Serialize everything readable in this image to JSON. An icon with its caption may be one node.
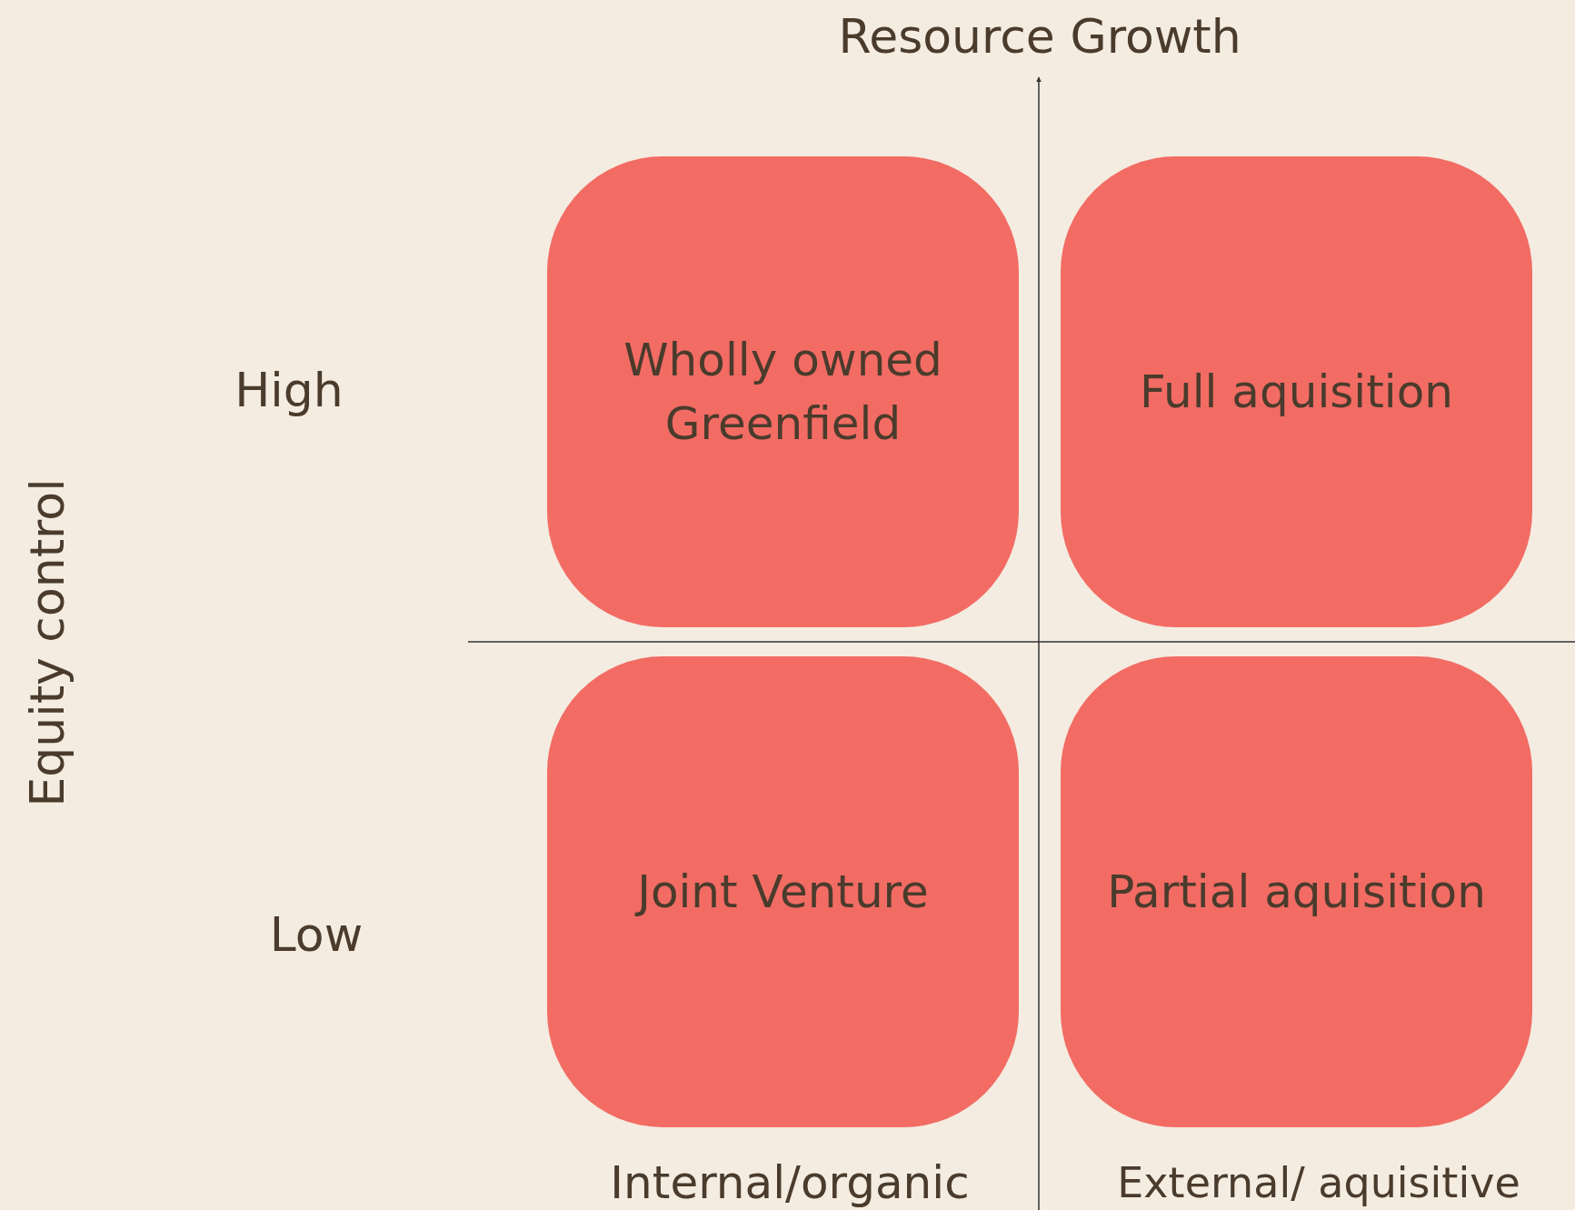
{
  "diagram": {
    "title": "Resource Growth",
    "nodes": [
      {
        "text": [
          "Wholly owned Greenfield"
        ]
      },
      {
        "text": [
          "Full aquisition"
        ]
      },
      {
        "text": [
          "Joint Venture"
        ]
      },
      {
        "text": [
          "Partial aquisition"
        ]
      }
    ],
    "labels": [
      "High",
      "Equity control",
      "Low",
      "Internal/organic",
      "External/ aquisitive"
    ]
  }
}
